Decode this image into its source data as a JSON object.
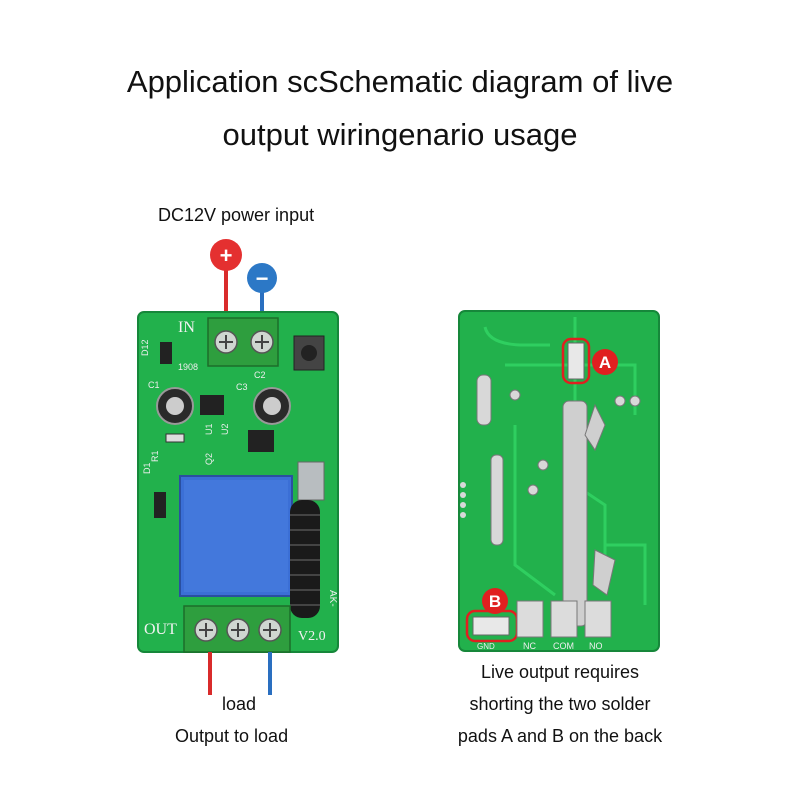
{
  "title": {
    "line1": "Application scSchematic diagram of live",
    "line2": "output wiringenario usage"
  },
  "front": {
    "power_label": "DC12V power input",
    "plus_sign": "+",
    "minus_sign": "−",
    "in_label": "IN",
    "out_label": "OUT",
    "version": "V2.0",
    "load_label": "load",
    "output_label": "Output to load",
    "silk": {
      "d12": "D12",
      "v1908": "1908",
      "c1": "C1",
      "c2": "C2",
      "c3": "C3",
      "u1": "U1",
      "u2": "U2",
      "q2": "Q2",
      "r1": "R1",
      "d1": "D1",
      "ak": "AK-"
    }
  },
  "back": {
    "marker_a": "A",
    "marker_b": "B",
    "gnd": "GND",
    "nc": "NC",
    "com": "COM",
    "no": "NO",
    "note_line1": "Live output requires",
    "note_line2": "shorting the two solder",
    "note_line3": "pads A and B on the back"
  },
  "colors": {
    "pcb": "#22b14c",
    "pcb_dark": "#16873a",
    "terminal": "#2e9e3e",
    "relay": "#3b6fd6",
    "red_wire": "#d92b2b",
    "blue_wire": "#2a6fc0",
    "marker": "#e02020"
  }
}
